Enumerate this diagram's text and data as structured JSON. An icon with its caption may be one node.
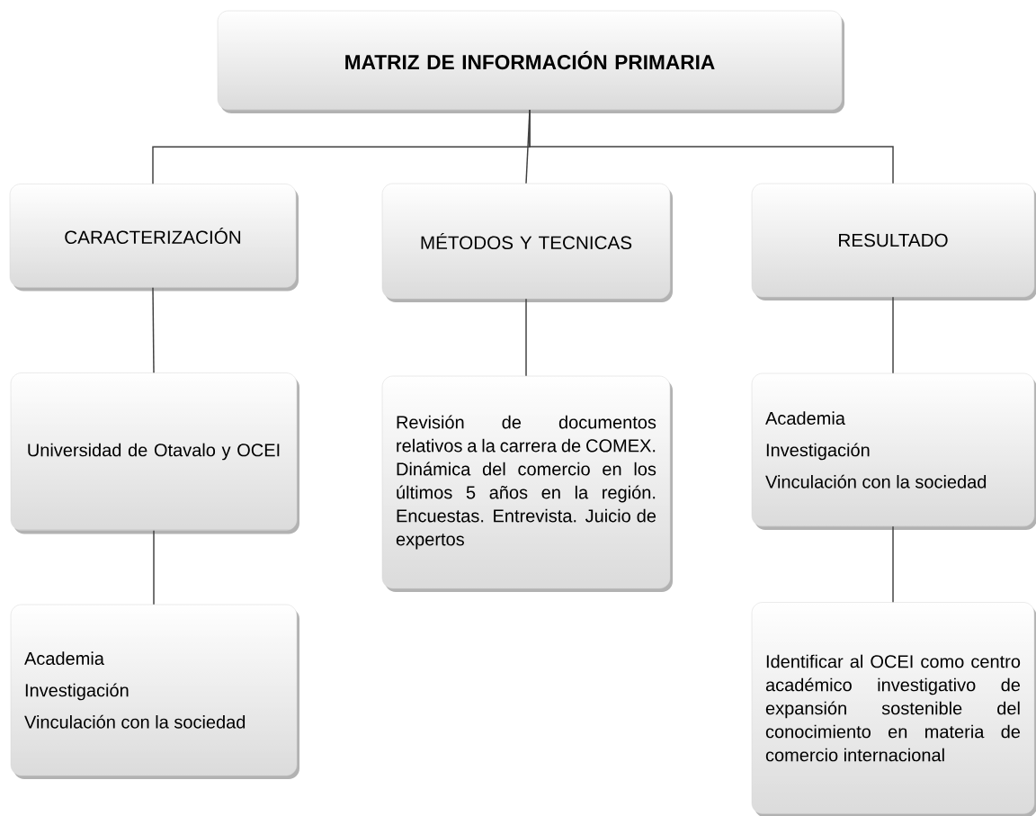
{
  "diagram": {
    "nodes": [
      {
        "text": [
          "MATRIZ DE INFORMACIÓN PRIMARIA"
        ]
      },
      {
        "text": [
          "CARACTERIZACIÓN"
        ]
      },
      {
        "text": [
          "MÉTODOS Y TECNICAS"
        ]
      },
      {
        "text": [
          "RESULTADO"
        ]
      },
      {
        "text": [
          "Universidad de Otavalo y OCEI"
        ]
      },
      {
        "text": [
          "Revisión de documentos relativos a la carrera de COMEX. Dinámica del comercio en los últimos 5 años en la región. Encuestas. Entrevista. Juicio de expertos"
        ]
      },
      {
        "text": [
          "Academia",
          "Investigación",
          "Vinculación con la sociedad"
        ]
      },
      {
        "text": [
          "Academia",
          "Investigación",
          "Vinculación con la sociedad"
        ]
      },
      {
        "text": [
          "Identificar al OCEI como centro académico investigativo de expansión sostenible del conocimiento en materia de comercio internacional"
        ]
      }
    ],
    "edges": [
      {
        "from": 0,
        "to": 1,
        "arrow": "none"
      },
      {
        "from": 0,
        "to": 2,
        "arrow": "none"
      },
      {
        "from": 0,
        "to": 3,
        "arrow": "none"
      },
      {
        "from": 1,
        "to": 4,
        "arrow": "none"
      },
      {
        "from": 4,
        "to": 7,
        "arrow": "none"
      },
      {
        "from": 2,
        "to": 5,
        "arrow": "none"
      },
      {
        "from": 3,
        "to": 6,
        "arrow": "none"
      },
      {
        "from": 6,
        "to": 8,
        "arrow": "none"
      }
    ]
  }
}
